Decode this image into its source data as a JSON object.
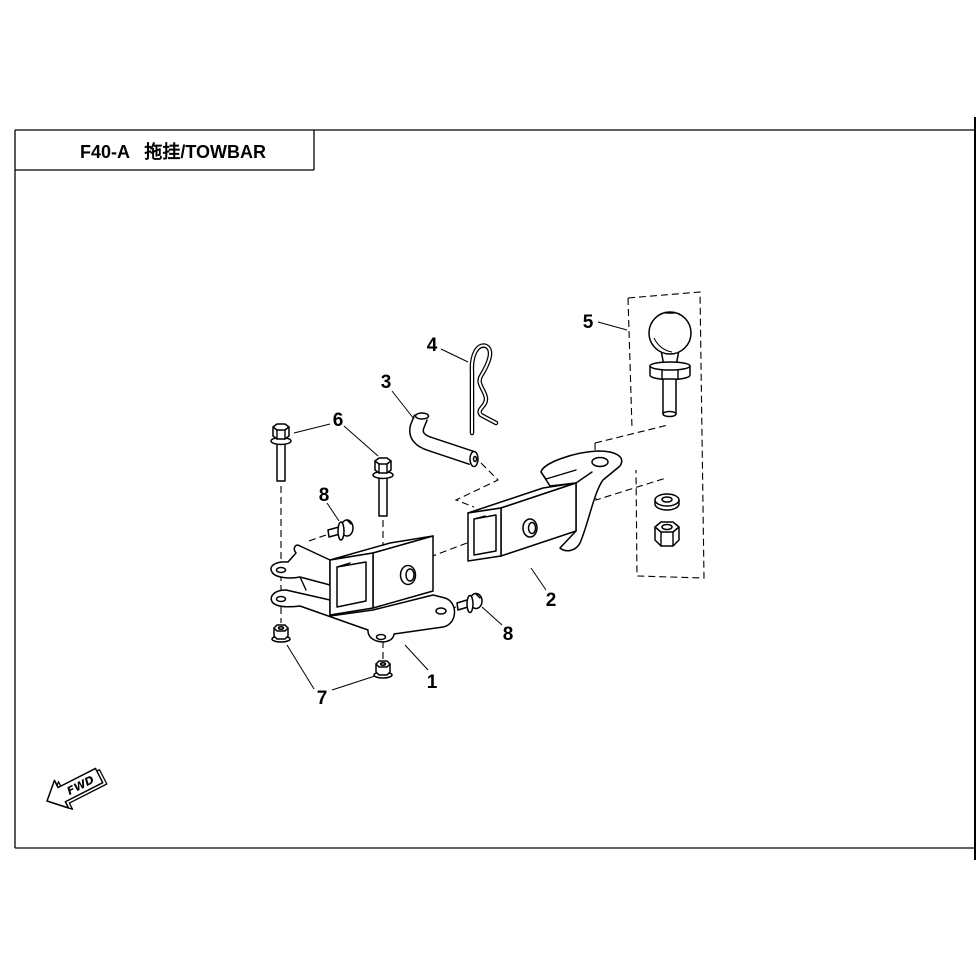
{
  "title": {
    "code": "F40-A",
    "name": "拖挂/TOWBAR"
  },
  "callouts": [
    "1",
    "2",
    "3",
    "4",
    "5",
    "6",
    "7",
    "8",
    "8"
  ],
  "fwd_label": "FWD",
  "colors": {
    "line": "#000000",
    "background": "#ffffff"
  }
}
